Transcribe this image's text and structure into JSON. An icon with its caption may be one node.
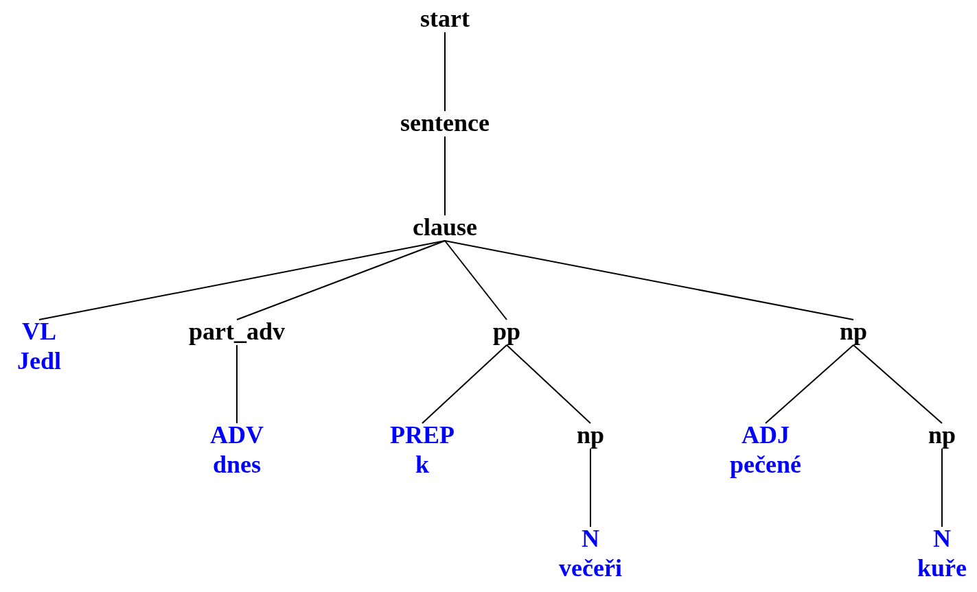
{
  "diagram": {
    "nodes": [
      {
        "text": [
          "start"
        ]
      },
      {
        "text": [
          "sentence"
        ]
      },
      {
        "text": [
          "clause"
        ]
      },
      {
        "text": [
          "VL",
          "Jedl"
        ]
      },
      {
        "text": [
          "part_adv"
        ]
      },
      {
        "text": [
          "pp"
        ]
      },
      {
        "text": [
          "np"
        ]
      },
      {
        "text": [
          "ADV",
          "dnes"
        ]
      },
      {
        "text": [
          "PREP",
          "k"
        ]
      },
      {
        "text": [
          "np"
        ]
      },
      {
        "text": [
          "ADJ",
          "pečené"
        ]
      },
      {
        "text": [
          "np"
        ]
      },
      {
        "text": [
          "N",
          "večeři"
        ]
      },
      {
        "text": [
          "N",
          "kuře"
        ]
      }
    ],
    "edges": [
      {
        "from": 0,
        "to": 1,
        "arrow": "none"
      },
      {
        "from": 1,
        "to": 2,
        "arrow": "none"
      },
      {
        "from": 2,
        "to": 3,
        "arrow": "none"
      },
      {
        "from": 2,
        "to": 4,
        "arrow": "none"
      },
      {
        "from": 2,
        "to": 5,
        "arrow": "none"
      },
      {
        "from": 2,
        "to": 6,
        "arrow": "none"
      },
      {
        "from": 4,
        "to": 7,
        "arrow": "none"
      },
      {
        "from": 5,
        "to": 8,
        "arrow": "none"
      },
      {
        "from": 5,
        "to": 9,
        "arrow": "none"
      },
      {
        "from": 6,
        "to": 10,
        "arrow": "none"
      },
      {
        "from": 6,
        "to": 11,
        "arrow": "none"
      },
      {
        "from": 9,
        "to": 12,
        "arrow": "none"
      },
      {
        "from": 11,
        "to": 13,
        "arrow": "none"
      }
    ]
  }
}
